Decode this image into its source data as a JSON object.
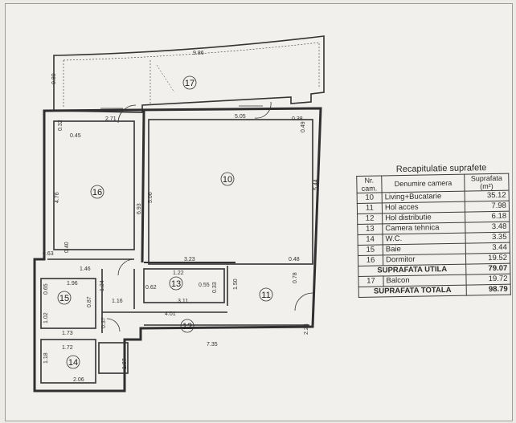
{
  "summary": {
    "title": "Recapitulatie suprafete",
    "headers": {
      "nr": "Nr. cam.",
      "name": "Denumire camera",
      "area": "Suprafata (m²)"
    },
    "rows": [
      {
        "nr": "10",
        "name": "Living+Bucatarie",
        "area": "35.12"
      },
      {
        "nr": "11",
        "name": "Hol acces",
        "area": "7.98"
      },
      {
        "nr": "12",
        "name": "Hol distributie",
        "area": "6.18"
      },
      {
        "nr": "13",
        "name": "Camera tehnica",
        "area": "3.48"
      },
      {
        "nr": "14",
        "name": "W.C.",
        "area": "3.35"
      },
      {
        "nr": "15",
        "name": "Baie",
        "area": "3.44"
      },
      {
        "nr": "16",
        "name": "Dormitor",
        "area": "19.52"
      }
    ],
    "useful_label": "SUPRAFATA UTILA",
    "useful_value": "79.07",
    "balcony": {
      "nr": "17",
      "name": "Balcon",
      "area": "19.72"
    },
    "total_label": "SUPRAFATA TOTALA",
    "total_value": "98.79"
  },
  "rooms": {
    "r10": "10",
    "r11": "11",
    "r12": "12",
    "r13": "13",
    "r14": "14",
    "r15": "15",
    "r16": "16",
    "r17": "17"
  },
  "dims": {
    "d986": "9.86",
    "d080": "0.80",
    "d271": "2.71",
    "d505": "5.05",
    "d038": "0.38",
    "d049": "0.49",
    "d032": "0.32",
    "d045": "0.45",
    "d476": "4.76",
    "d040": "0.40",
    "d063": "0.63",
    "d146": "1.46",
    "d693": "6.93",
    "d506": "5.06",
    "d544": "5.44",
    "d048": "0.48",
    "d323": "3.23",
    "d122": "1.22",
    "d055": "0.55",
    "d062": "0.62",
    "d033": "0.33",
    "d150": "1.50",
    "d311": "3.11",
    "d401": "4.01",
    "d116": "1.16",
    "d196": "1.96",
    "d124": "1.24",
    "d087": "0.87",
    "d065": "0.65",
    "d102": "1.02",
    "d173": "1.73",
    "d037": "0.37",
    "d172": "1.72",
    "d118": "1.18",
    "d107": "1.07",
    "d206": "2.06",
    "d735": "7.35",
    "d223": "2.23",
    "d078": "0.78"
  },
  "colors": {
    "paper": "#f1f0ec",
    "ink": "#2a2a2a"
  }
}
